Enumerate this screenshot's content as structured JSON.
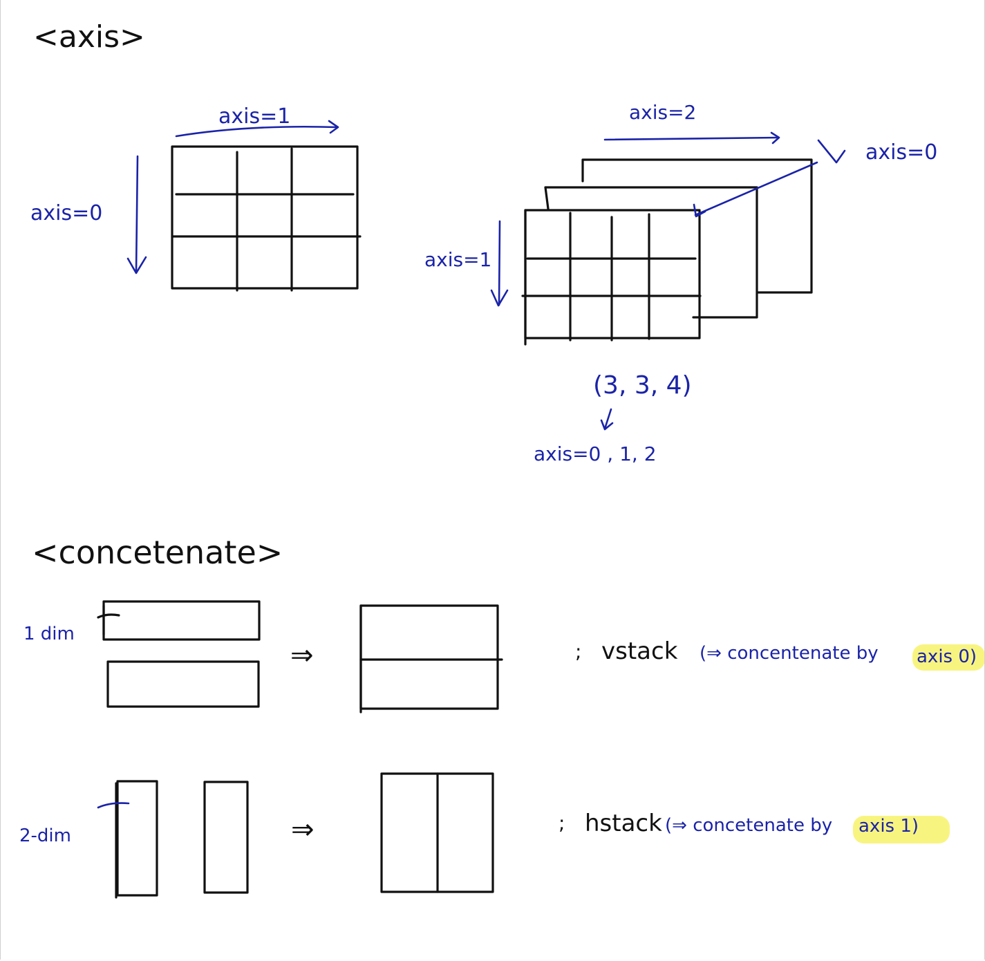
{
  "axis_section": {
    "heading": "<axis>",
    "grid2d": {
      "label_horizontal": "axis=1",
      "label_vertical": "axis=0"
    },
    "grid3d": {
      "label_horizontal": "axis=2",
      "label_depth": "axis=0",
      "label_vertical": "axis=1",
      "shape": "(3, 3, 4)",
      "shape_axes": "axis=0 ,  1,  2"
    }
  },
  "concatenate_section": {
    "heading": "<concetenate>",
    "vstack": {
      "dim_label": "1 dim",
      "arrow": "⇒",
      "prefix": ";",
      "name": "vstack",
      "description": "(⇒ concentenate by",
      "highlight": "axis 0)"
    },
    "hstack": {
      "dim_label": "2-dim",
      "arrow": "⇒",
      "prefix": ";",
      "name": "hstack",
      "description": "(⇒ concetenate by",
      "highlight": "axis 1)"
    }
  },
  "colors": {
    "ink_black": "#111111",
    "ink_blue": "#1a23a8",
    "highlight": "#f7f26a"
  }
}
